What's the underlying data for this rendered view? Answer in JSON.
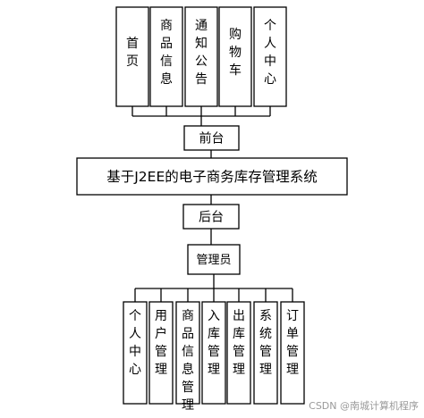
{
  "top_modules": [
    "首页",
    "商品信息",
    "通知公告",
    "购物车",
    "个人中心"
  ],
  "frontend": "前台",
  "system_title": "基于J2EE的电子商务库存管理系统",
  "backend": "后台",
  "admin": "管理员",
  "bottom_modules": [
    "个人中心",
    "用户管理",
    "商品信息管理",
    "入库管理",
    "出库管理",
    "系统管理",
    "订单管理"
  ],
  "watermark": "CSDN @南城计算机程序"
}
